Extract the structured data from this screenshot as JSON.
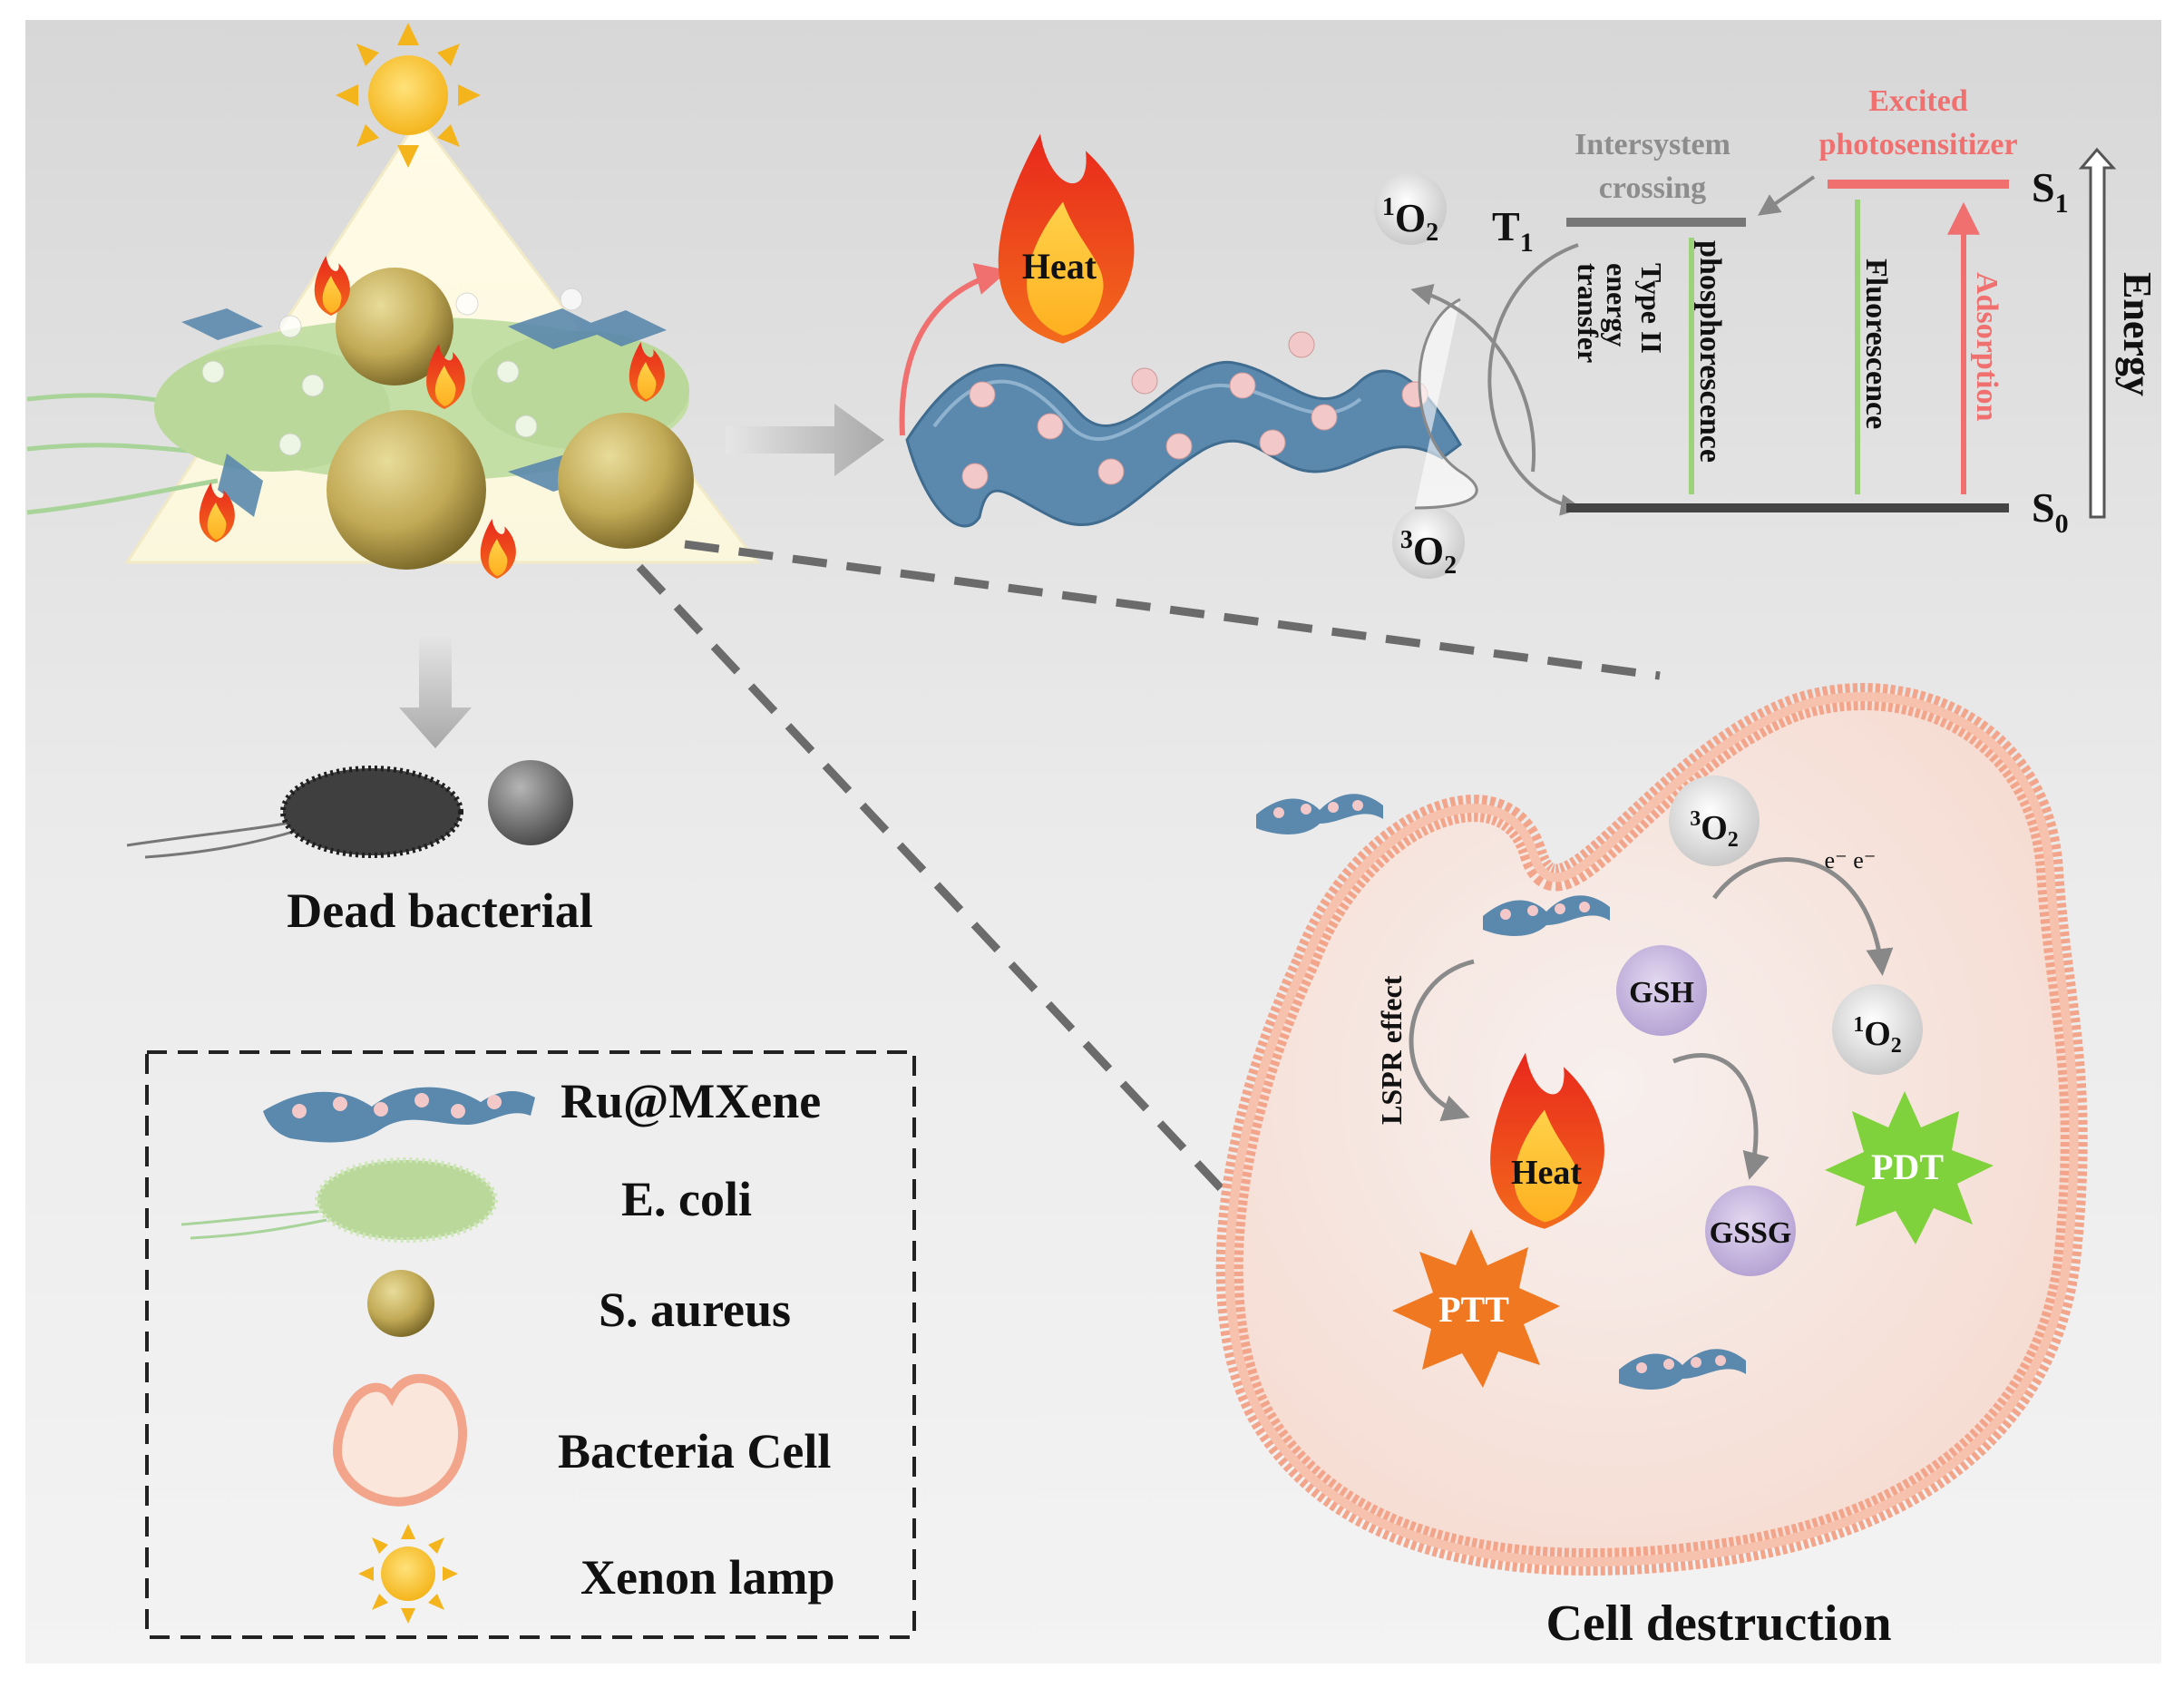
{
  "labels": {
    "heat_top": "Heat",
    "dead_bacterial": "Dead bacterial",
    "cell_destruction": "Cell destruction",
    "singlet_o2_base": "O",
    "singlet_o2_sup": "1",
    "singlet_o2_sub": "2",
    "triplet_o2_base": "O",
    "triplet_o2_sup": "3",
    "triplet_o2_sub": "2",
    "t1_base": "T",
    "t1_sub": "1",
    "s1_base": "S",
    "s1_sub": "1",
    "s0_base": "S",
    "s0_sub": "0",
    "intersystem_line1": "Intersystem",
    "intersystem_line2": "crossing",
    "excited_line1": "Excited",
    "excited_line2": "photosensitizer",
    "type2_line1": "Type II",
    "type2_line2": "energy",
    "type2_line3": "transfer",
    "phosphorescence": "phosphorescence",
    "fluorescence": "Fluorescence",
    "adsorption": "Adsorption",
    "energy": "Energy",
    "cell_3o2_base": "O",
    "cell_3o2_sup": "3",
    "cell_3o2_sub": "2",
    "cell_1o2_base": "O",
    "cell_1o2_sup": "1",
    "cell_1o2_sub": "2",
    "electrons": "e⁻ e⁻",
    "gsh": "GSH",
    "gssg": "GSSG",
    "lspr": "LSPR effect",
    "heat_cell": "Heat",
    "ptt": "PTT",
    "pdt": "PDT"
  },
  "legend": {
    "items": [
      {
        "label": "Ru@MXene",
        "icon": "mxene-sheet-icon"
      },
      {
        "label": "E. coli",
        "icon": "ecoli-icon"
      },
      {
        "label": "S. aureus",
        "icon": "saureus-icon"
      },
      {
        "label": "Bacteria Cell",
        "icon": "bacteria-cell-icon"
      },
      {
        "label": "Xenon lamp",
        "icon": "sun-icon"
      }
    ]
  },
  "colors": {
    "mxene_blue": "#5b88ad",
    "mxene_dot": "#f3c8c8",
    "ecoli_green": "#b9d89a",
    "saureus_gold": "#c2aa56",
    "membrane": "#f2a58a",
    "excited_red": "#f07070",
    "level_gray": "#777777",
    "green_line": "#9bd27a",
    "pdt_green": "#7fd23c",
    "ptt_orange": "#f07820",
    "gsh_purple": "#c3b2dc"
  }
}
